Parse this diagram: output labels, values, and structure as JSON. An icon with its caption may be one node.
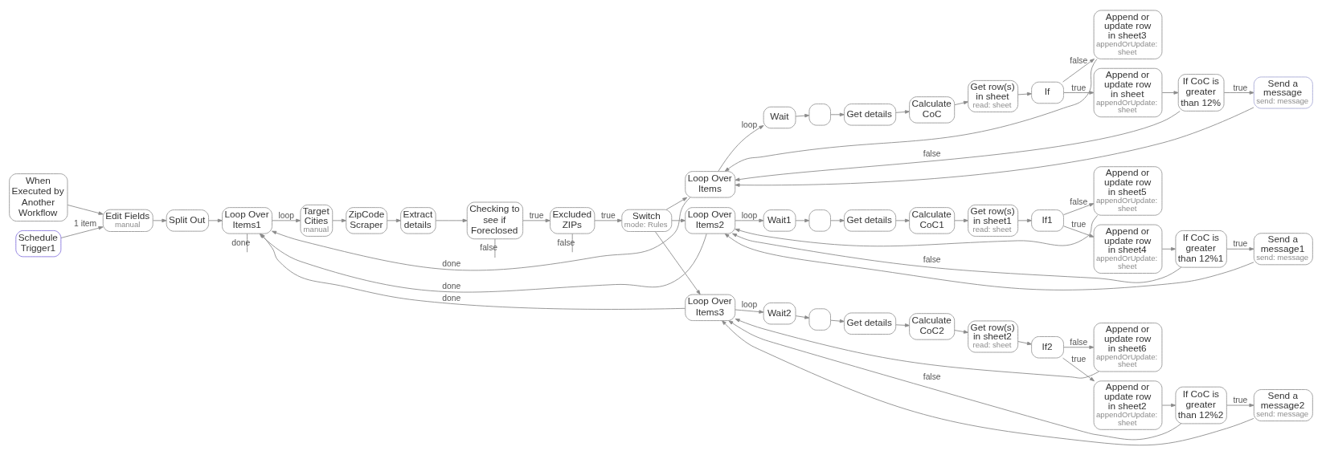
{
  "diagram": {
    "nodes": [
      {
        "text": [
          "When Executed by Another Workflow"
        ]
      },
      {
        "text": [
          "Schedule Trigger1"
        ]
      },
      {
        "text": [
          "Edit Fields",
          "manual"
        ]
      },
      {
        "text": [
          "Split Out"
        ]
      },
      {
        "text": [
          "Loop Over Items1"
        ]
      },
      {
        "text": [
          "Target Cities",
          "manual"
        ]
      },
      {
        "text": [
          "ZipCode Scraper"
        ]
      },
      {
        "text": [
          "Extract details"
        ]
      },
      {
        "text": [
          "Checking to see if Foreclosed"
        ]
      },
      {
        "text": [
          "Excluded ZIPs"
        ]
      },
      {
        "text": [
          "Switch",
          "mode: Rules"
        ]
      },
      {
        "text": [
          "Loop Over Items"
        ]
      },
      {
        "text": [
          "Wait"
        ]
      },
      {
        "text": [],
        "shape": "box"
      },
      {
        "text": [
          "Get details"
        ]
      },
      {
        "text": [
          "Calculate CoC"
        ]
      },
      {
        "text": [
          "Get row(s) in sheet",
          "read: sheet"
        ]
      },
      {
        "text": [
          "If"
        ]
      },
      {
        "text": [
          "Append or update row in sheet3",
          "appendOrUpdate: sheet"
        ]
      },
      {
        "text": [
          "Append or update row in sheet",
          "appendOrUpdate: sheet"
        ]
      },
      {
        "text": [
          "If CoC is greater than 12%"
        ]
      },
      {
        "text": [
          "Send a message",
          "send: message"
        ]
      },
      {
        "text": [
          "Loop Over Items2"
        ]
      },
      {
        "text": [
          "Wait1"
        ]
      },
      {
        "text": [],
        "shape": "box"
      },
      {
        "text": [
          "Get details"
        ]
      },
      {
        "text": [
          "Calculate CoC1"
        ]
      },
      {
        "text": [
          "Get row(s) in sheet1",
          "read: sheet"
        ]
      },
      {
        "text": [
          "If1"
        ]
      },
      {
        "text": [
          "Append or update row in sheet5",
          "appendOrUpdate: sheet"
        ]
      },
      {
        "text": [
          "Append or update row in sheet4",
          "appendOrUpdate: sheet"
        ]
      },
      {
        "text": [
          "If CoC is greater than 12%1"
        ]
      },
      {
        "text": [
          "Send a message1",
          "send: message"
        ]
      },
      {
        "text": [
          "Loop Over Items3"
        ]
      },
      {
        "text": [
          "Wait2"
        ]
      },
      {
        "text": [],
        "shape": "box"
      },
      {
        "text": [
          "Get details"
        ]
      },
      {
        "text": [
          "Calculate CoC2"
        ]
      },
      {
        "text": [
          "Get row(s) in sheet2",
          "read: sheet"
        ]
      },
      {
        "text": [
          "If2"
        ]
      },
      {
        "text": [
          "Append or update row in sheet6",
          "appendOrUpdate: sheet"
        ]
      },
      {
        "text": [
          "Append or update row in sheet2",
          "appendOrUpdate: sheet"
        ]
      },
      {
        "text": [
          "If CoC is greater than 12%2"
        ]
      },
      {
        "text": [
          "Send a message2",
          "send: message"
        ]
      }
    ],
    "edges": [
      {
        "from": 0,
        "to": 2,
        "arrow": "to"
      },
      {
        "from": 1,
        "to": 2,
        "arrow": "to",
        "label": "1 item"
      },
      {
        "from": 2,
        "to": 3,
        "arrow": "to"
      },
      {
        "from": 3,
        "to": 4,
        "arrow": "to"
      },
      {
        "from": 4,
        "to": null,
        "arrow": "none",
        "label": "done"
      },
      {
        "from": 4,
        "to": 5,
        "arrow": "to",
        "label": "loop"
      },
      {
        "from": 5,
        "to": 6,
        "arrow": "to"
      },
      {
        "from": 6,
        "to": 7,
        "arrow": "to"
      },
      {
        "from": 7,
        "to": 8,
        "arrow": "to"
      },
      {
        "from": 8,
        "to": 9,
        "arrow": "to",
        "label": "true"
      },
      {
        "from": 8,
        "to": null,
        "arrow": "none",
        "label": "false"
      },
      {
        "from": 9,
        "to": 10,
        "arrow": "to",
        "label": "true"
      },
      {
        "from": 9,
        "to": null,
        "arrow": "none",
        "label": "false"
      },
      {
        "from": 10,
        "to": 11,
        "arrow": "to"
      },
      {
        "from": 10,
        "to": 22,
        "arrow": "to"
      },
      {
        "from": 10,
        "to": 33,
        "arrow": "to"
      },
      {
        "from": 11,
        "to": 4,
        "arrow": "to",
        "label": "done"
      },
      {
        "from": 11,
        "to": 12,
        "arrow": "to",
        "label": "loop"
      },
      {
        "from": 12,
        "to": 13,
        "arrow": "to"
      },
      {
        "from": 13,
        "to": 14,
        "arrow": "to"
      },
      {
        "from": 14,
        "to": 15,
        "arrow": "to"
      },
      {
        "from": 15,
        "to": 16,
        "arrow": "to"
      },
      {
        "from": 16,
        "to": 17,
        "arrow": "to"
      },
      {
        "from": 17,
        "to": 19,
        "arrow": "to",
        "label": "true"
      },
      {
        "from": 17,
        "to": 18,
        "arrow": "to",
        "label": "false"
      },
      {
        "from": 18,
        "to": 11,
        "arrow": "to"
      },
      {
        "from": 19,
        "to": 20,
        "arrow": "to"
      },
      {
        "from": 20,
        "to": 21,
        "arrow": "to",
        "label": "true"
      },
      {
        "from": 20,
        "to": 11,
        "arrow": "to",
        "label": "false"
      },
      {
        "from": 21,
        "to": 11,
        "arrow": "to"
      },
      {
        "from": 22,
        "to": 4,
        "arrow": "to",
        "label": "done"
      },
      {
        "from": 22,
        "to": 23,
        "arrow": "to",
        "label": "loop"
      },
      {
        "from": 23,
        "to": 24,
        "arrow": "to"
      },
      {
        "from": 24,
        "to": 25,
        "arrow": "to"
      },
      {
        "from": 25,
        "to": 26,
        "arrow": "to"
      },
      {
        "from": 26,
        "to": 27,
        "arrow": "to"
      },
      {
        "from": 27,
        "to": 28,
        "arrow": "to"
      },
      {
        "from": 28,
        "to": 30,
        "arrow": "to",
        "label": "true"
      },
      {
        "from": 28,
        "to": 29,
        "arrow": "to",
        "label": "false"
      },
      {
        "from": 29,
        "to": 22,
        "arrow": "to"
      },
      {
        "from": 30,
        "to": 31,
        "arrow": "to"
      },
      {
        "from": 31,
        "to": 32,
        "arrow": "to",
        "label": "true"
      },
      {
        "from": 31,
        "to": 22,
        "arrow": "to",
        "label": "false"
      },
      {
        "from": 32,
        "to": 22,
        "arrow": "to"
      },
      {
        "from": 33,
        "to": 4,
        "arrow": "to",
        "label": "done"
      },
      {
        "from": 33,
        "to": 34,
        "arrow": "to",
        "label": "loop"
      },
      {
        "from": 34,
        "to": 35,
        "arrow": "to"
      },
      {
        "from": 35,
        "to": 36,
        "arrow": "to"
      },
      {
        "from": 36,
        "to": 37,
        "arrow": "to"
      },
      {
        "from": 37,
        "to": 38,
        "arrow": "to"
      },
      {
        "from": 38,
        "to": 39,
        "arrow": "to"
      },
      {
        "from": 39,
        "to": 41,
        "arrow": "to",
        "label": "true"
      },
      {
        "from": 39,
        "to": 40,
        "arrow": "to",
        "label": "false"
      },
      {
        "from": 40,
        "to": 33,
        "arrow": "to"
      },
      {
        "from": 41,
        "to": 42,
        "arrow": "to"
      },
      {
        "from": 42,
        "to": 43,
        "arrow": "to",
        "label": "true"
      },
      {
        "from": 42,
        "to": 33,
        "arrow": "to",
        "label": "false"
      },
      {
        "from": 43,
        "to": 33,
        "arrow": "to"
      }
    ]
  }
}
